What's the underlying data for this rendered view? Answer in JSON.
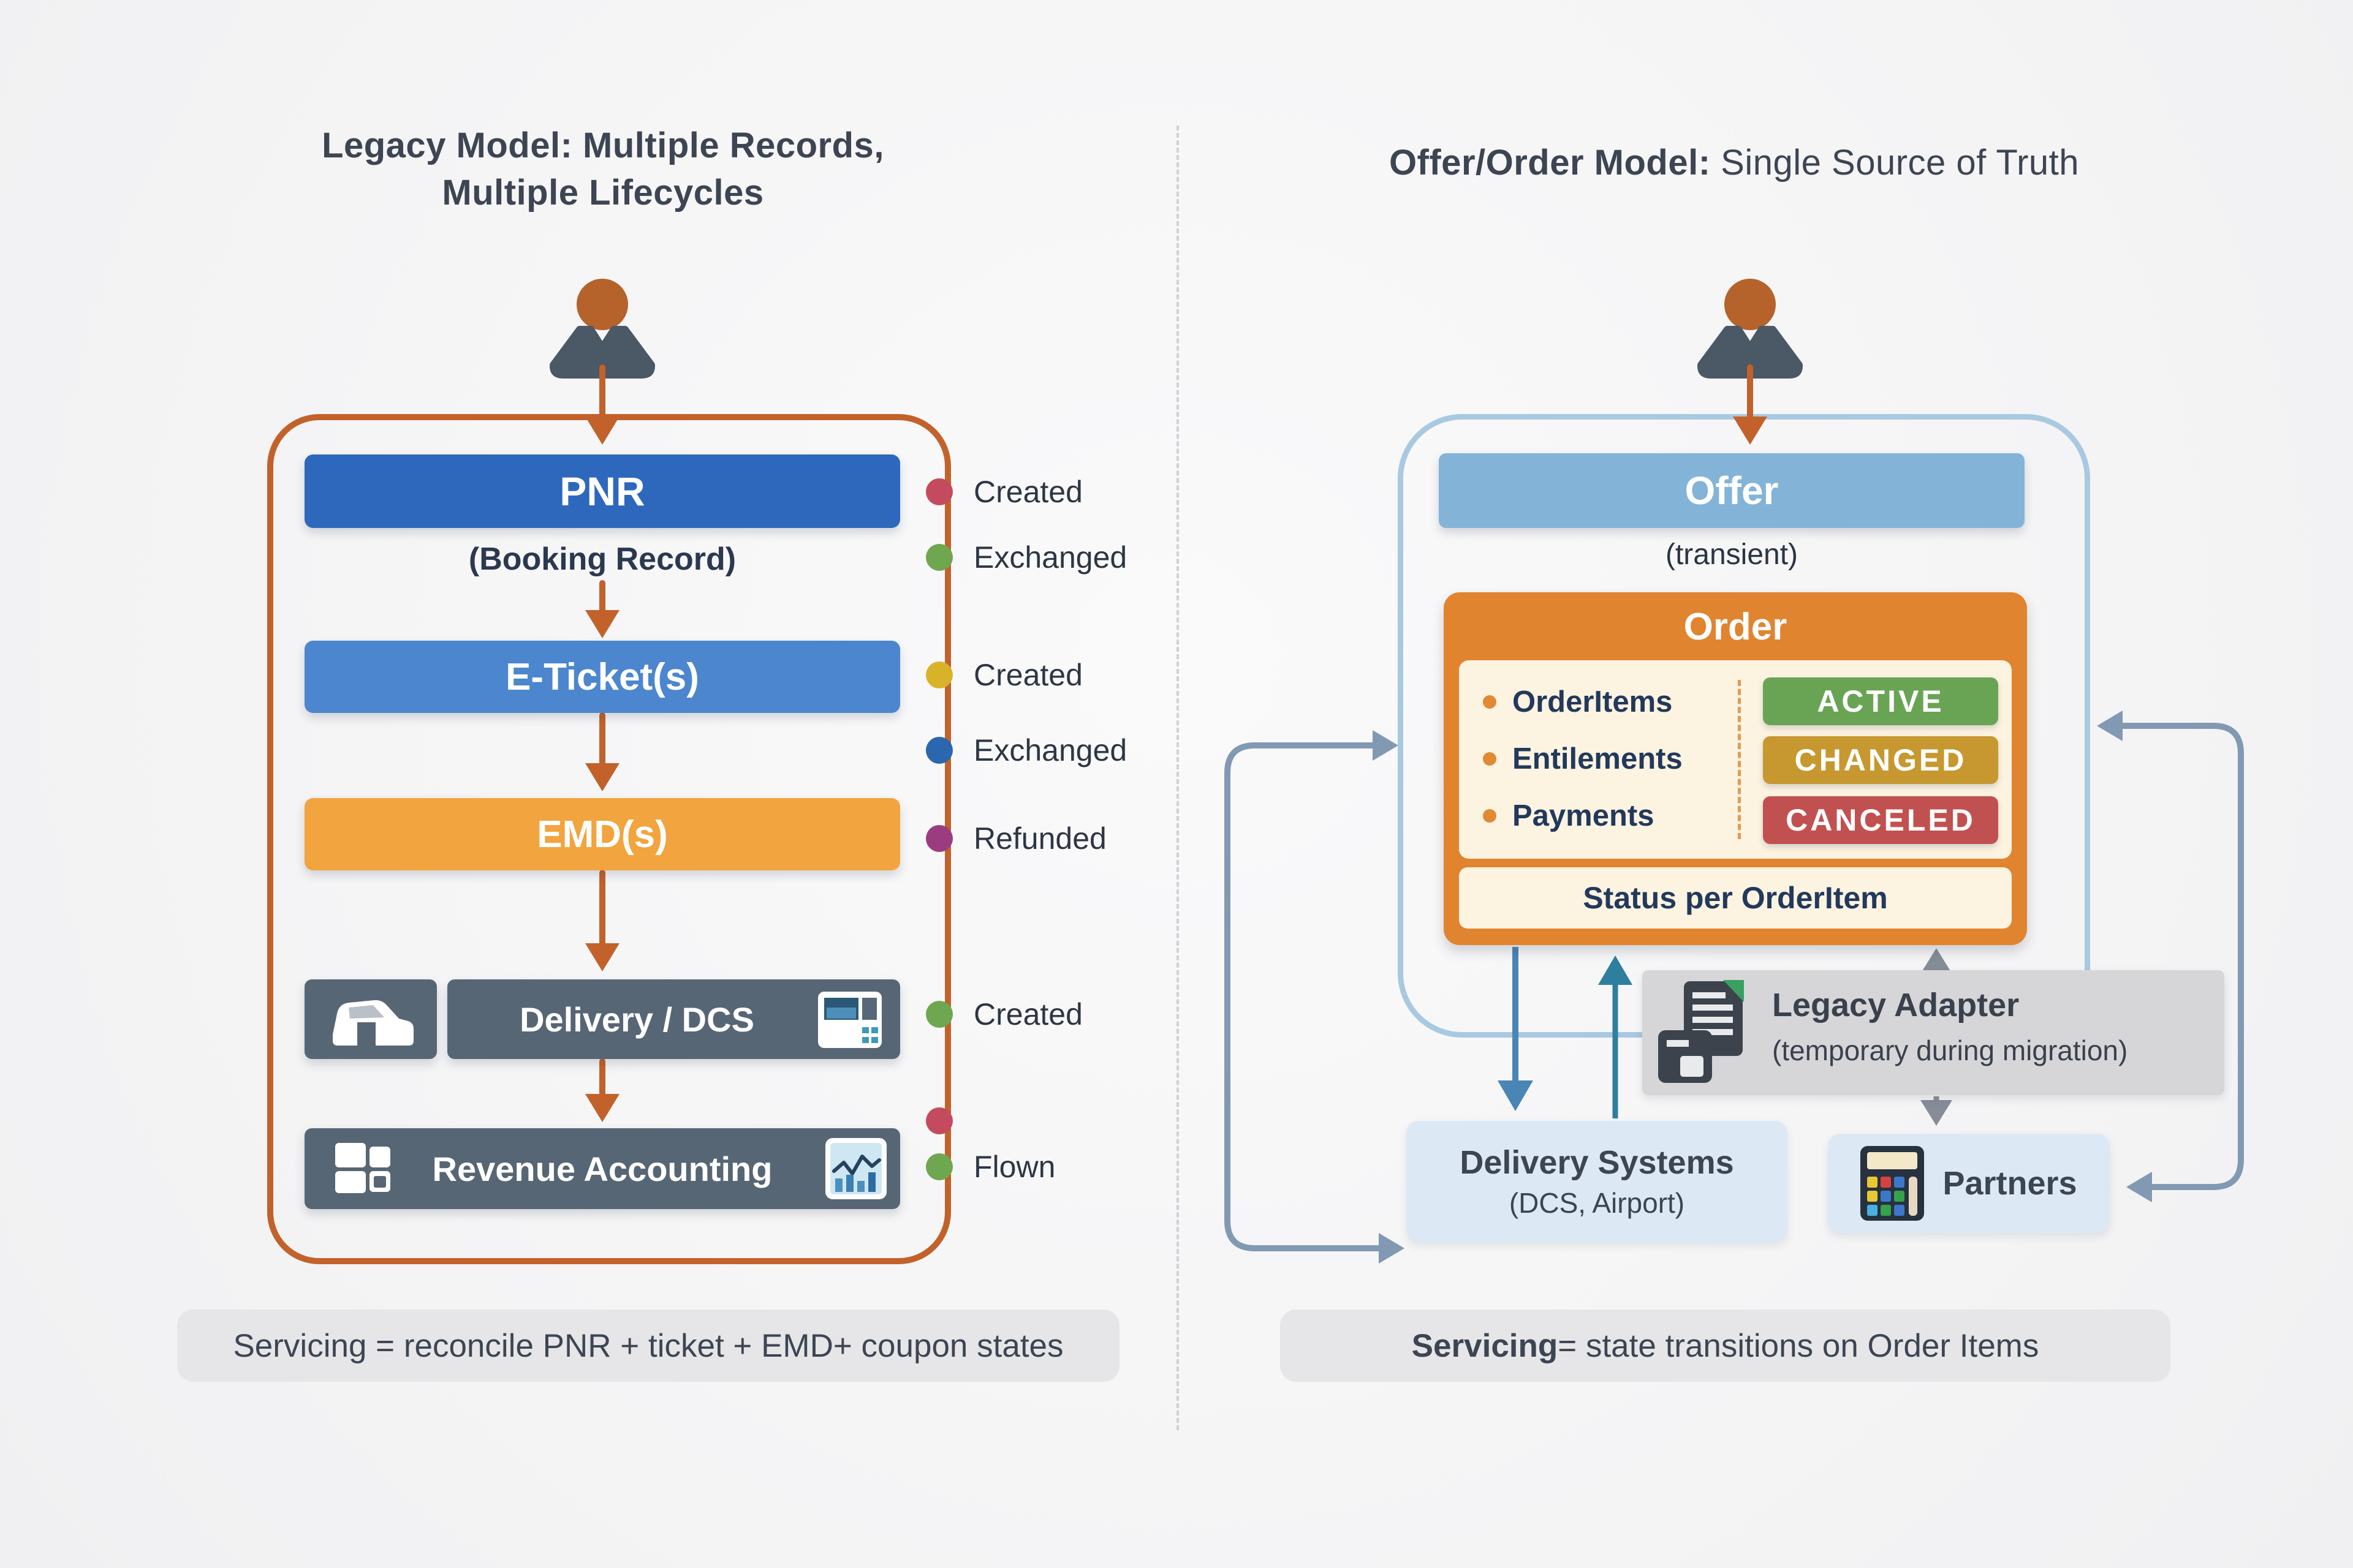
{
  "left": {
    "title_line1": "Legacy Model: Multiple Records,",
    "title_line2": "Multiple Lifecycles",
    "pnr_label": "PNR",
    "pnr_sub": "(Booking Record)",
    "eticket_label": "E-Ticket(s)",
    "emd_label": "EMD(s)",
    "delivery_label": "Delivery / DCS",
    "revenue_label": "Revenue Accounting",
    "lifecycle": [
      {
        "label": "Created",
        "color": "#c44b5d"
      },
      {
        "label": "Exchanged",
        "color": "#6fa750"
      },
      {
        "label": "Created",
        "color": "#d8b32a"
      },
      {
        "label": "Exchanged",
        "color": "#2b67ae"
      },
      {
        "label": "Refunded",
        "color": "#9c3c80"
      },
      {
        "label": "Created",
        "color": "#6fa750"
      },
      {
        "label": "",
        "color": "#c44b5d"
      },
      {
        "label": "Flown",
        "color": "#6fa750"
      }
    ],
    "servicing_text": "Servicing = reconcile PNR + ticket + EMD+ coupon states"
  },
  "right": {
    "title_bold": "Offer/Order Model:",
    "title_regular": " Single Source of Truth",
    "offer_label": "Offer",
    "offer_sub": "(transient)",
    "order": {
      "title": "Order",
      "items": [
        "OrderItems",
        "Entilements",
        "Payments"
      ],
      "badges": [
        {
          "label": "ACTIVE",
          "color": "#69a455"
        },
        {
          "label": "CHANGED",
          "color": "#c6982f"
        },
        {
          "label": "CANCELED",
          "color": "#c15150"
        }
      ],
      "footer": "Status per OrderItem"
    },
    "legacy_adapter_title": "Legacy Adapter",
    "legacy_adapter_sub": "(temporary during migration)",
    "delivery_title": "Delivery Systems",
    "delivery_sub": "(DCS, Airport)",
    "partners_label": "Partners",
    "servicing_bold": "Servicing",
    "servicing_regular": " = state transitions on Order Items"
  },
  "palette": {
    "title_text": "#3d4553",
    "body_text": "#2e3644",
    "navy_text": "#22395c",
    "legacy_border": "#c2622a",
    "orange_arrow": "#c2622a",
    "pnr_blue": "#2d68bc",
    "eticket_blue": "#4c86ce",
    "emd_orange": "#f2a43e",
    "slate_box": "#576675",
    "servicing_bg": "#e6e6e8",
    "offer_blue": "#83b4d8",
    "order_orange": "#e1842f",
    "order_cream": "#fcf3e1",
    "right_border": "#a9c9e1",
    "gray_box": "#d6d6d8",
    "lightblue_box": "#dce9f5",
    "bracket_blue": "#8299b3",
    "down_arrow_blue": "#4a86b5",
    "up_arrow_teal": "#2e7f9d",
    "gray_arrow": "#878d97",
    "divider_dash": "#cdd1d6",
    "person_head": "#b5622b",
    "person_body": "#4b5865"
  }
}
